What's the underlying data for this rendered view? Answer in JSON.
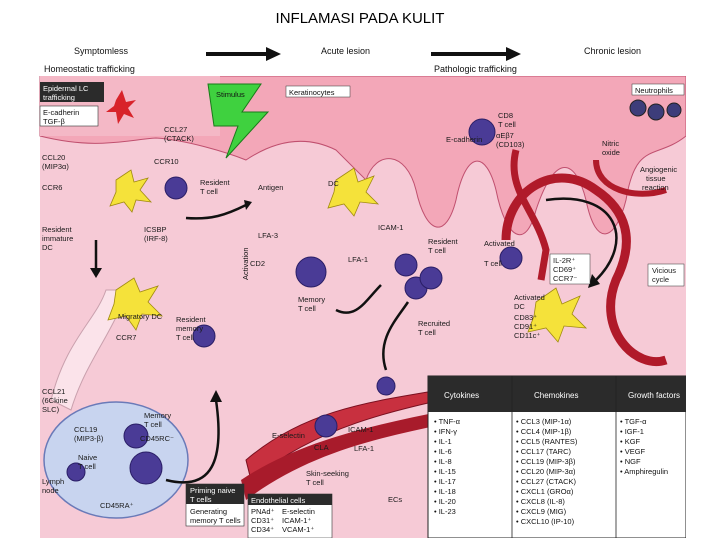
{
  "title": "INFLAMASI PADA KULIT",
  "stages": {
    "symptomless": "Symptomless",
    "acute": "Acute lesion",
    "chronic": "Chronic lesion",
    "homeostatic": "Homeostatic trafficking",
    "pathologic": "Pathologic trafficking"
  },
  "boxes": {
    "epidermal_lc": [
      "Epidermal LC",
      "trafficking"
    ],
    "ecadherin_tgf": [
      "E-cadherin",
      "TGF-β"
    ],
    "stimulus": "Stimulus",
    "keratinocytes": "Keratinocytes",
    "neutrophils": "Neutrophils",
    "endothelial": "Endothelial cells",
    "priming": [
      "Priming naive",
      "T cells",
      "Generating",
      "memory T cells"
    ]
  },
  "labels": {
    "ccl27": [
      "CCL27",
      "(CTACK)"
    ],
    "ccl20": [
      "CCL20",
      "(MIP3α)"
    ],
    "ccr10": "CCR10",
    "ccr6": "CCR6",
    "resident_t_top": [
      "Resident",
      "T cell"
    ],
    "resident_immature_dc": [
      "Resident",
      "immature",
      "DC"
    ],
    "icsbp": [
      "ICSBP",
      "(IRF-8)"
    ],
    "antigen": "Antigen",
    "dc": "DC",
    "lfa3": "LFA-3",
    "icam1_dc": "ICAM-1",
    "cd2": "CD2",
    "lfa1_dc": "LFA-1",
    "activation": "Activation",
    "memory_t": [
      "Memory",
      "T cell"
    ],
    "resident_t_mid": [
      "Resident",
      "T cell"
    ],
    "recruited_t": [
      "Recruited",
      "T cell"
    ],
    "migratory_dc": "Migratory DC",
    "ccr7": "CCR7",
    "resident_memory_t": [
      "Resident",
      "memory",
      "T cell"
    ],
    "ccl21": [
      "CCL21",
      "(6Ckine",
      "SLC)"
    ],
    "ccl19": [
      "CCL19",
      "(MIP3-β)"
    ],
    "memory_t_node": [
      "Memory",
      "T cell"
    ],
    "cd45rc": "CD45RC⁻",
    "naive_t": [
      "Naive",
      "T cell"
    ],
    "lymph_node": [
      "Lymph",
      "node"
    ],
    "cd45ra": "CD45RA⁺",
    "e_selectin": "E-selectin",
    "cla": "CLA",
    "icam1_vessel": "ICAM-1",
    "lfa1_vessel": "LFA-1",
    "skin_seeking": [
      "Skin-seeking",
      "T cell"
    ],
    "ecs": "ECs",
    "cd8": [
      "CD8",
      "T cell"
    ],
    "ecadherin_right": "E-cadherin",
    "alpha_e_beta7": [
      "αEβ7",
      "(CD103)"
    ],
    "nitric_oxide": [
      "Nitric",
      "oxide"
    ],
    "angiogenic": [
      "Angiogenic",
      "tissue",
      "reaction"
    ],
    "activated_t": [
      "Activated",
      "T cell"
    ],
    "il2r": [
      "IL-2R⁺",
      "CD69⁺",
      "CCR7⁻"
    ],
    "vicious": [
      "Vicious",
      "cycle"
    ],
    "activated_dc": [
      "Activated",
      "DC"
    ],
    "cd83": [
      "CD83⁺",
      "CD91⁺",
      "CD11c⁺"
    ]
  },
  "endothelial_markers": {
    "left": [
      "PNAd⁺",
      "CD31⁺",
      "CD34⁺"
    ],
    "right": [
      "E-selectin",
      "ICAM-1⁺",
      "VCAM-1⁺"
    ]
  },
  "table": {
    "headers": [
      "Cytokines",
      "Chemokines",
      "Growth factors"
    ],
    "cytokines": [
      "• TNF-α",
      "• IFN-γ",
      "• IL-1",
      "• IL-6",
      "• IL-8",
      "• IL-15",
      "• IL-17",
      "• IL-18",
      "• IL-20",
      "• IL-23"
    ],
    "chemokines": [
      "• CCL3 (MIP-1α)",
      "• CCL4 (MIP-1β)",
      "• CCL5 (RANTES)",
      "• CCL17 (TARC)",
      "• CCL19 (MIP-3β)",
      "• CCL20 (MIP-3α)",
      "• CCL27 (CTACK)",
      "• CXCL1 (GROα)",
      "• CXCL8 (IL-8)",
      "• CXCL9 (MIG)",
      "• CXCL10 (IP-10)"
    ],
    "growth": [
      "• TGF-α",
      "• IGF-1",
      "• KGF",
      "• VEGF",
      "• NGF",
      "• Amphiregulin"
    ]
  },
  "colors": {
    "tissue": "#f3a7b8",
    "dermis": "#f6cad6",
    "cell_purple": "#4a3b96",
    "dc_yellow": "#f5e23a",
    "stimulus_green": "#3fd13f",
    "vessel_red": "#b01a2a",
    "table_header": "#2b2b2b"
  }
}
